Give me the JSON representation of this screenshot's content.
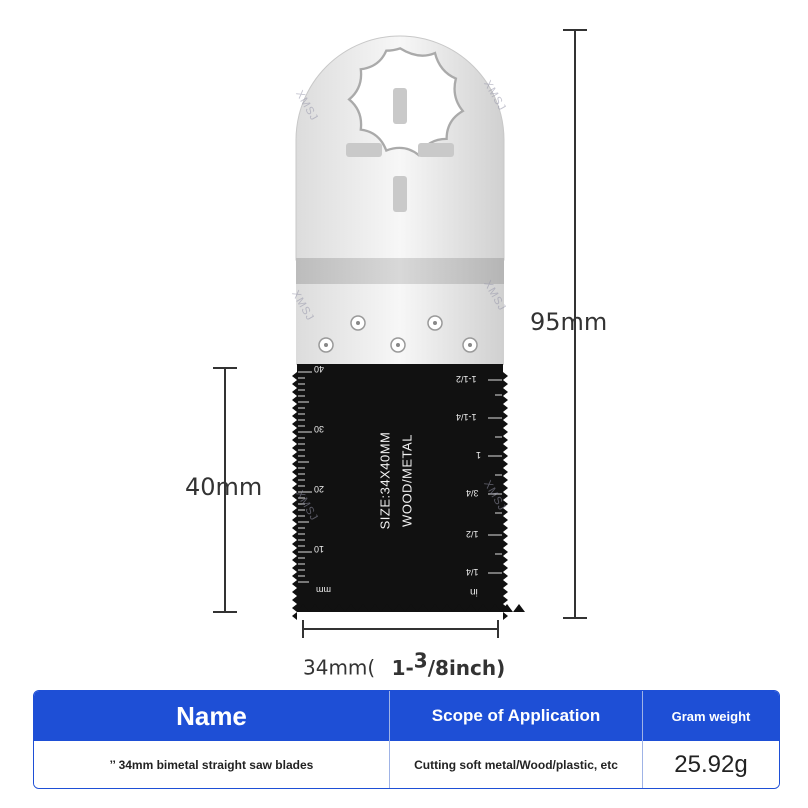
{
  "dimensions": {
    "total_length": "95mm",
    "cut_depth": "40mm",
    "width_mm": "34mm(",
    "width_inch": "1-",
    "width_inch_sup": "3",
    "width_inch_rest": "/8inch)"
  },
  "blade": {
    "size_text": "SIZE:34X40MM",
    "material_text": "WOOD/METAL",
    "metric_ticks": [
      "40",
      "30",
      "20",
      "10",
      "mm"
    ],
    "inch_ticks": [
      "1-1/2",
      "1-1/4",
      "1",
      "3/4",
      "1/2",
      "1/4",
      "in"
    ]
  },
  "watermark": "XMSJ",
  "table": {
    "headers": [
      "Name",
      "Scope of Application",
      "Gram weight"
    ],
    "row": [
      "’’ 34mm bimetal straight saw blades",
      "Cutting soft metal/Wood/plastic, etc",
      "25.92g"
    ]
  },
  "colors": {
    "table_header": "#1e4fd6",
    "blade_teeth": "#111111",
    "blade_steel": "#e8e8e8"
  }
}
